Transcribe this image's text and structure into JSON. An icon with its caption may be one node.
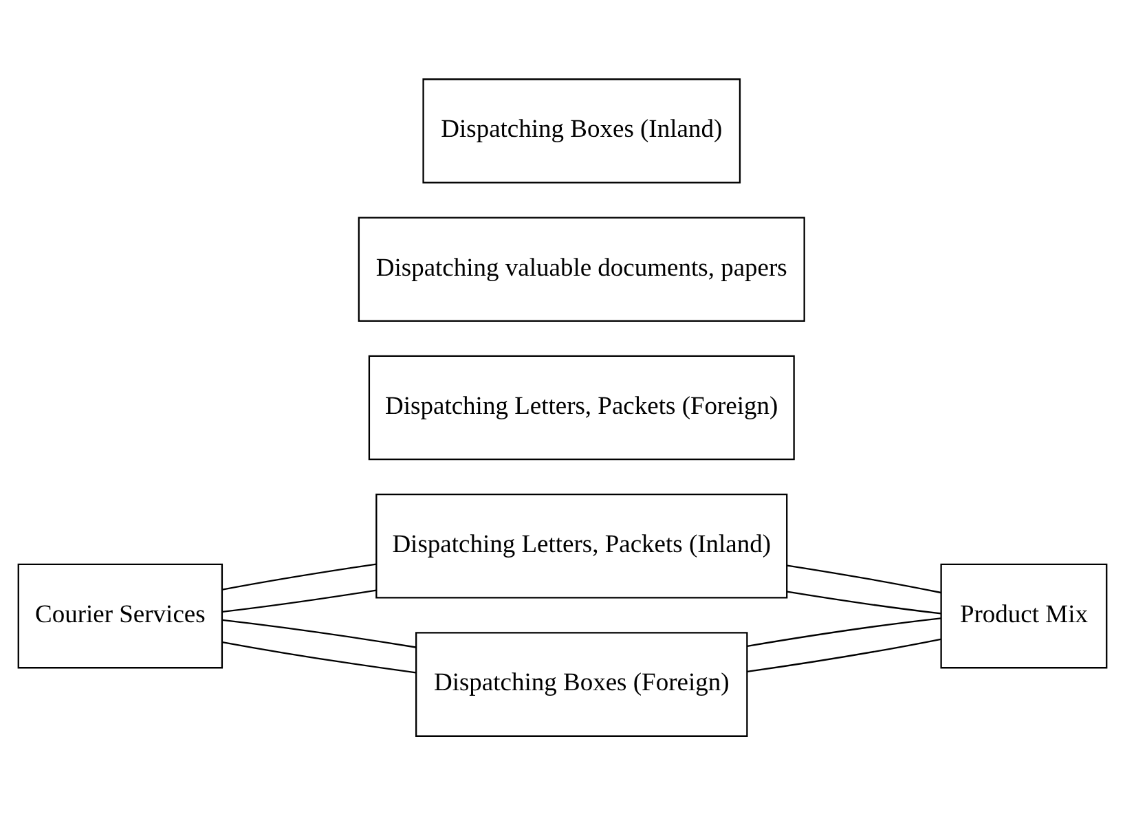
{
  "diagram": {
    "nodes": [
      {
        "text": [
          "Courier Services"
        ]
      },
      {
        "text": [
          "Dispatching Letters, Packets (Inland)"
        ]
      },
      {
        "text": [
          "Dispatching Letters, Packets (Foreign)"
        ]
      },
      {
        "text": [
          "Dispatching valuable documents, papers"
        ]
      },
      {
        "text": [
          "Dispatching Boxes (Inland)"
        ]
      },
      {
        "text": [
          "Dispatching Boxes (Foreign)"
        ]
      },
      {
        "text": [
          "Product Mix"
        ]
      }
    ],
    "edges": [
      {
        "from": 0,
        "to": 1,
        "arrow": "none"
      },
      {
        "from": 0,
        "to": 1,
        "arrow": "none"
      },
      {
        "from": 0,
        "to": 5,
        "arrow": "none"
      },
      {
        "from": 0,
        "to": 5,
        "arrow": "none"
      },
      {
        "from": 1,
        "to": 6,
        "arrow": "none"
      },
      {
        "from": 1,
        "to": 6,
        "arrow": "none"
      },
      {
        "from": 5,
        "to": 6,
        "arrow": "none"
      },
      {
        "from": 5,
        "to": 6,
        "arrow": "none"
      }
    ]
  }
}
